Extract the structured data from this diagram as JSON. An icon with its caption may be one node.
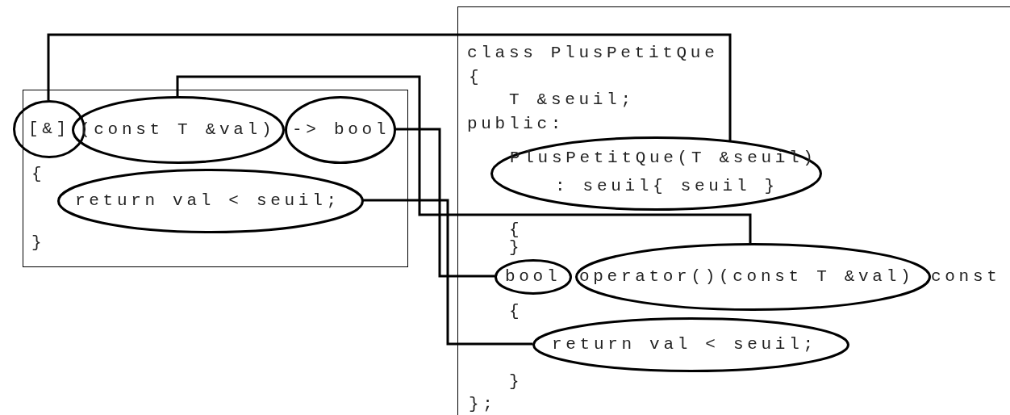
{
  "diagram": {
    "nodes": [
      {
        "text": [
          "{",
          "}"
        ]
      },
      {
        "text": [
          "[&]"
        ],
        "in": 0
      },
      {
        "text": [
          "(const T &val)"
        ],
        "in": 0
      },
      {
        "text": [
          "-> bool"
        ],
        "in": 0
      },
      {
        "text": [
          "return val < seuil;"
        ],
        "in": 0
      },
      {
        "text": [
          "class PlusPetitQue",
          "{",
          "T &seuil;",
          "public:",
          "{",
          "}",
          "const",
          "{",
          "}",
          "};"
        ]
      },
      {
        "text": [
          "PlusPetitQue(T &seuil) : seuil{ seuil }"
        ],
        "in": 5
      },
      {
        "text": [
          "bool"
        ],
        "in": 5
      },
      {
        "text": [
          "operator()(const T &val)"
        ],
        "in": 5
      },
      {
        "text": [
          "return val < seuil;"
        ],
        "in": 5
      }
    ],
    "edges": [
      {
        "from": 1,
        "to": 6,
        "arrow": "none"
      },
      {
        "from": 2,
        "to": 8,
        "arrow": "none"
      },
      {
        "from": 3,
        "to": 7,
        "arrow": "none"
      },
      {
        "from": 4,
        "to": 9,
        "arrow": "none"
      }
    ]
  }
}
